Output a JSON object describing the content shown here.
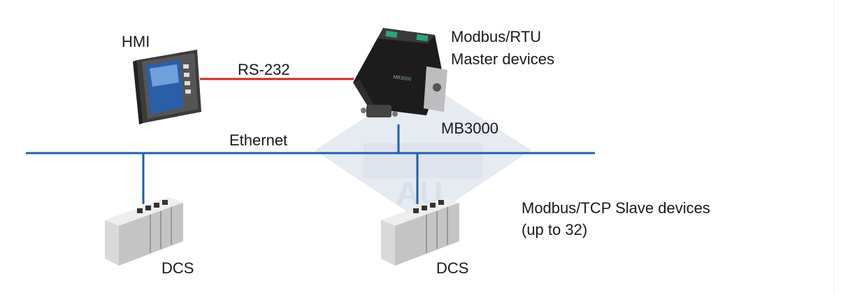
{
  "labels": {
    "hmi": "HMI",
    "rs232": "RS-232",
    "ethernet": "Ethernet",
    "gateway": "MB3000",
    "master_line1": "Modbus/RTU",
    "master_line2": "Master devices",
    "slave_line1": "Modbus/TCP Slave devices",
    "slave_line2": "(up to 32)",
    "dcs_left": "DCS",
    "dcs_right": "DCS"
  },
  "colors": {
    "ethernet_line": "#1f5fb0",
    "serial_line": "#e02020",
    "watermark": "#7d92b3"
  }
}
